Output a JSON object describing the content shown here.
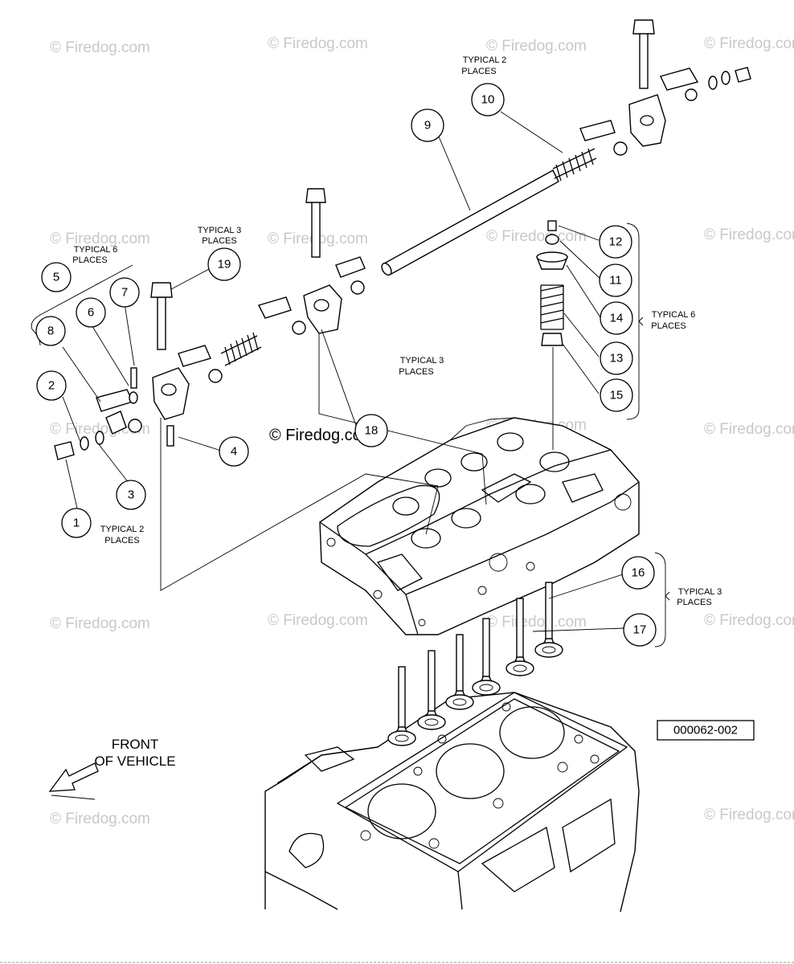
{
  "watermark": "© Firedog.com",
  "center_copyright": "© Firedog.com",
  "reference_number": "000062-002",
  "front_label": [
    "FRONT",
    "OF VEHICLE"
  ],
  "callouts": [
    {
      "id": "1"
    },
    {
      "id": "2"
    },
    {
      "id": "3"
    },
    {
      "id": "4"
    },
    {
      "id": "5"
    },
    {
      "id": "6"
    },
    {
      "id": "7"
    },
    {
      "id": "8"
    },
    {
      "id": "9"
    },
    {
      "id": "10"
    },
    {
      "id": "11"
    },
    {
      "id": "12"
    },
    {
      "id": "13"
    },
    {
      "id": "14"
    },
    {
      "id": "15"
    },
    {
      "id": "16"
    },
    {
      "id": "17"
    },
    {
      "id": "18"
    },
    {
      "id": "19"
    }
  ],
  "notes": {
    "typical_2_top": [
      "TYPICAL 2",
      "PLACES"
    ],
    "typical_6_left": [
      "TYPICAL 6",
      "PLACES"
    ],
    "typical_3_bolt": [
      "TYPICAL 3",
      "PLACES"
    ],
    "typical_3_support": [
      "TYPICAL 3",
      "PLACES"
    ],
    "typical_6_right": [
      "TYPICAL 6",
      "PLACES"
    ],
    "typical_2_bottom": [
      "TYPICAL 2",
      "PLACES"
    ],
    "typical_3_valves": [
      "TYPICAL 3",
      "PLACES"
    ]
  }
}
